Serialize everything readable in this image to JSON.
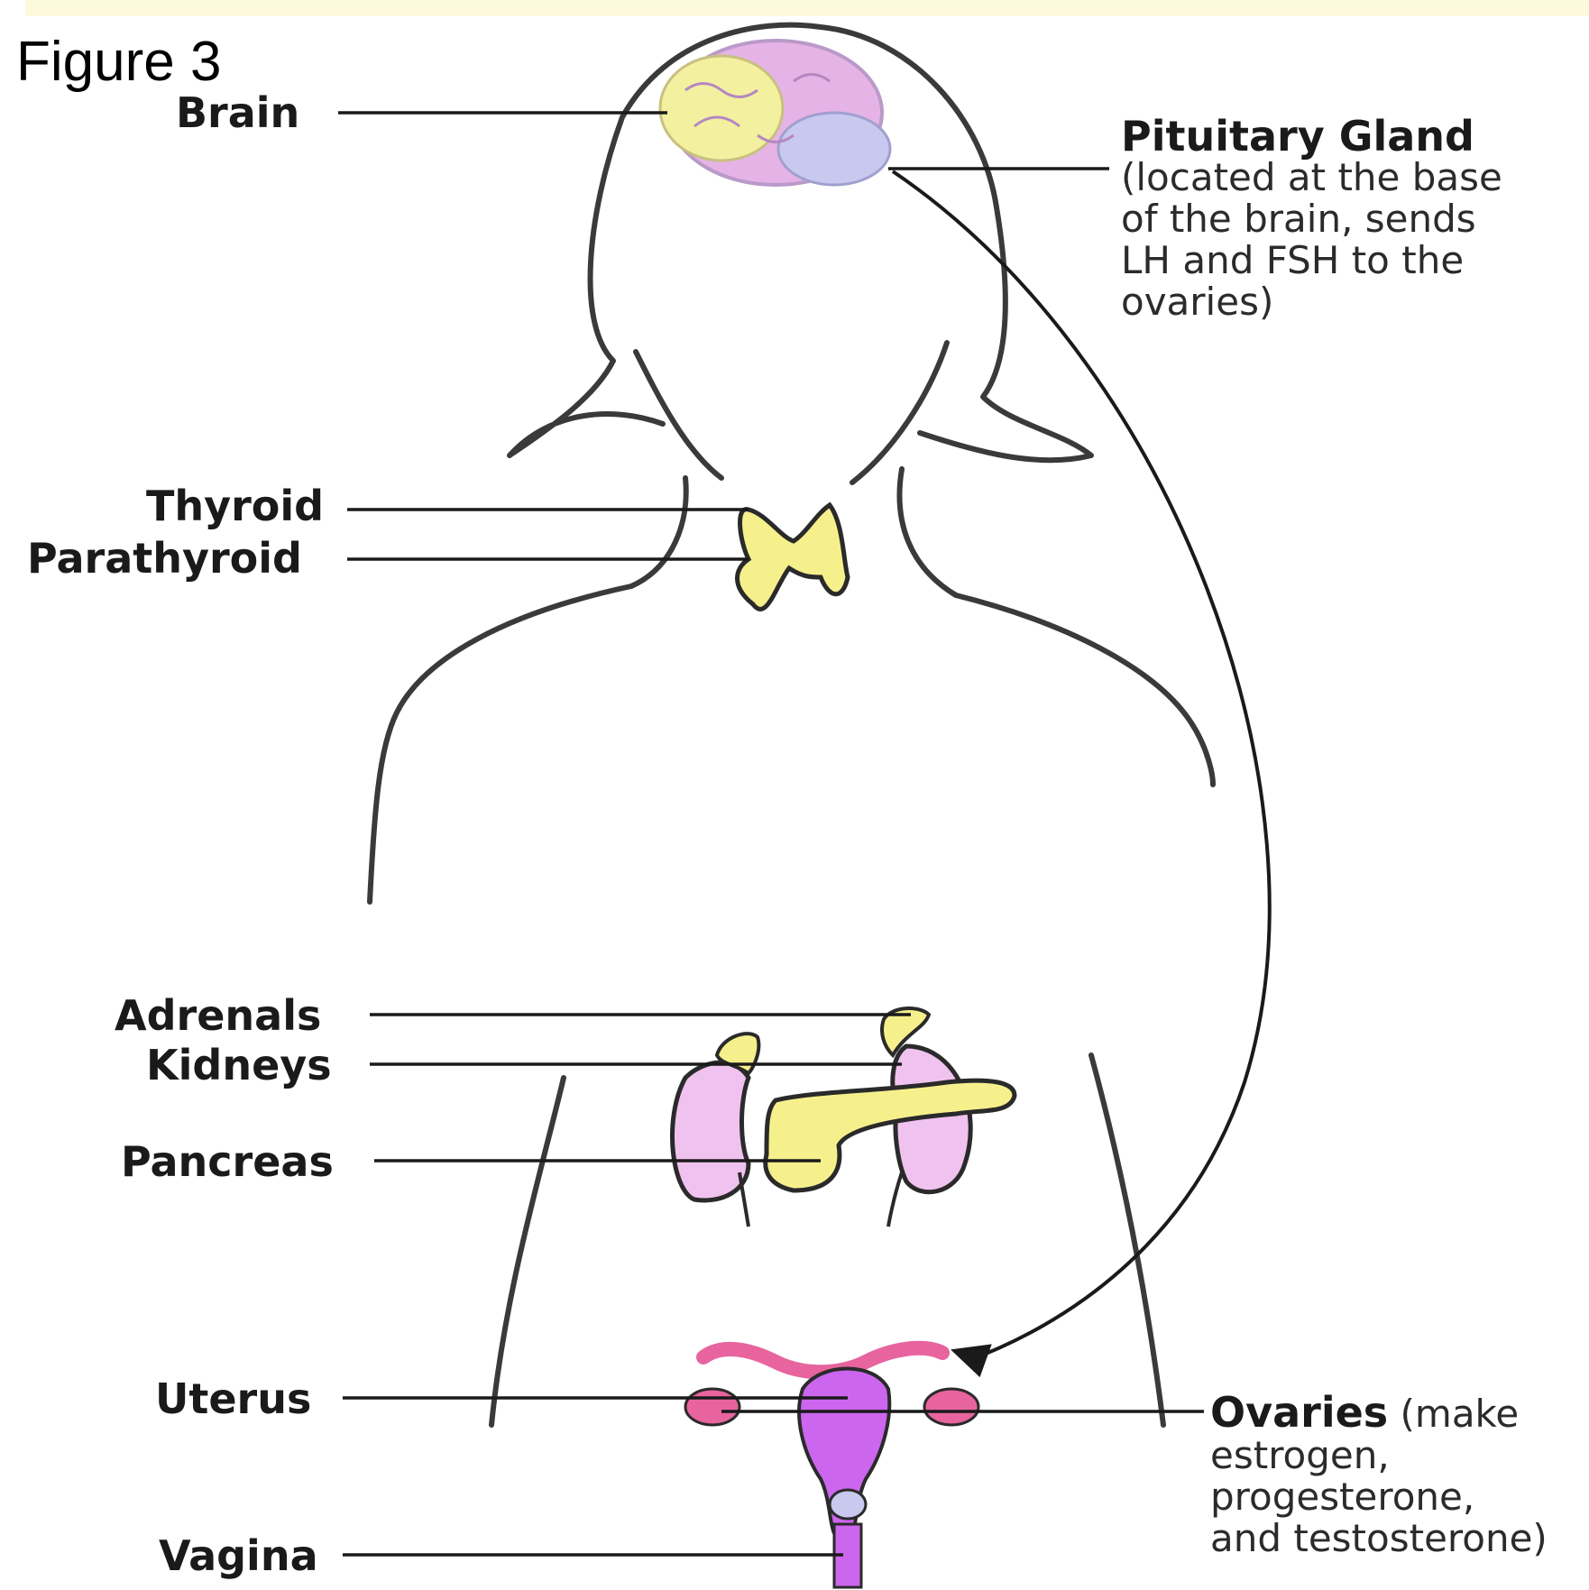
{
  "figure_label": "Figure 3",
  "labels": {
    "brain": "Brain",
    "thyroid": "Thyroid",
    "parathyroid": "Parathyroid",
    "adrenals": "Adrenals",
    "kidneys": "Kidneys",
    "pancreas": "Pancreas",
    "uterus": "Uterus",
    "vagina": "Vagina"
  },
  "pituitary": {
    "title": "Pituitary Gland",
    "lines": [
      "(located at the base",
      "of the brain, sends",
      "LH and FSH to the",
      "ovaries)"
    ]
  },
  "ovaries": {
    "title": "Ovaries",
    "first_line_rest": " (make",
    "lines": [
      "estrogen,",
      "progesterone,",
      "and testosterone)"
    ]
  },
  "colors": {
    "outline": "#3a3a3a",
    "brain_pink": "#e6b3e6",
    "brain_yellow": "#f3f0a0",
    "brain_blue": "#c9c9f0",
    "gland_yellow": "#f6f08c",
    "kidney_pink": "#f0c2ef",
    "uterus_purple": "#cc66ee",
    "ovary_pink": "#e8649e",
    "background_band": "#fdf9dc"
  }
}
